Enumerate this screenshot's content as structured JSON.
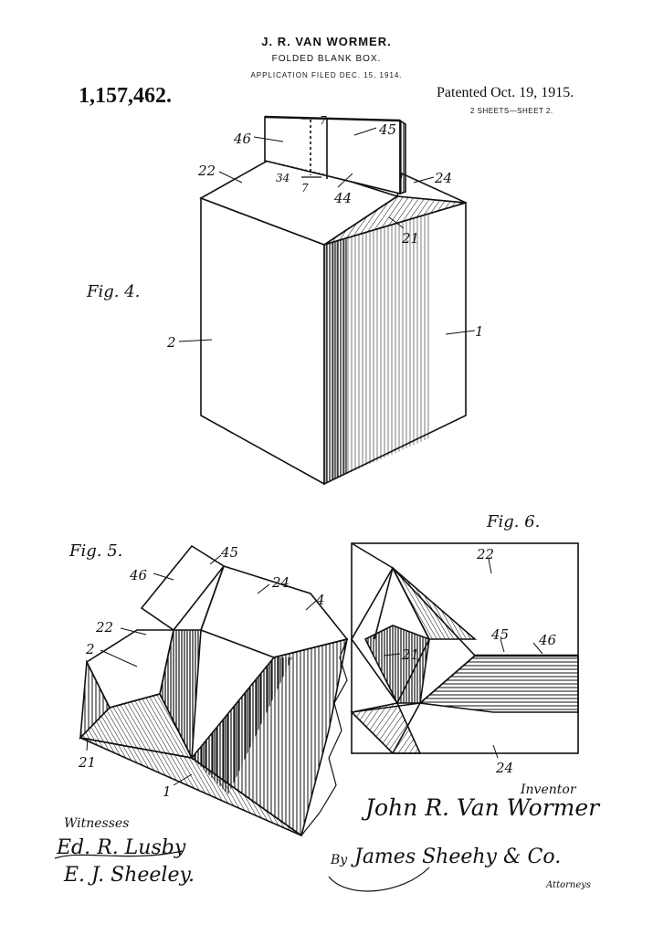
{
  "header": {
    "inventor_name": "J. R. VAN WORMER.",
    "invention_title": "FOLDED BLANK BOX.",
    "filing_line": "APPLICATION FILED DEC. 15, 1914.",
    "patent_number": "1,157,462.",
    "patent_date": "Patented Oct. 19, 1915.",
    "sheet_info": "2 SHEETS—SHEET 2."
  },
  "figures": {
    "fig4": {
      "label": "Fig. 4.",
      "refs": {
        "r7_top": "7",
        "r45": "45",
        "r46": "46",
        "r22": "22",
        "r34": "34",
        "r7_bottom": "7",
        "r44": "44",
        "r24": "24",
        "r21": "21",
        "r2": "2",
        "r1": "1"
      }
    },
    "fig5": {
      "label": "Fig. 5.",
      "refs": {
        "r45": "45",
        "r46": "46",
        "r24": "24",
        "r4": "4",
        "r22": "22",
        "r2": "2",
        "r21": "21",
        "r1": "1"
      }
    },
    "fig6": {
      "label": "Fig. 6.",
      "refs": {
        "r22": "22",
        "r45": "45",
        "r46": "46",
        "r21": "21",
        "r24": "24"
      }
    }
  },
  "signatures": {
    "inventor_caption": "Inventor",
    "inventor_name": "John R. Van Wormer",
    "witnesses_caption": "Witnesses",
    "witness_1": "Ed. R. Lusby",
    "witness_2": "E. J. Sheeley.",
    "by_label": "By",
    "attorney_name": "James Sheehy & Co.",
    "attorney_caption": "Attorneys"
  }
}
